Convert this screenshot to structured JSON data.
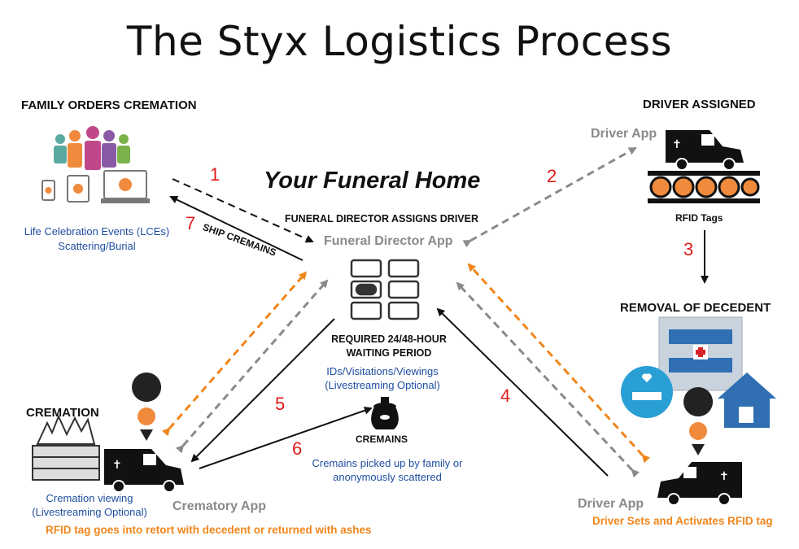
{
  "title": "The Styx Logistics Process",
  "center": {
    "heading": "Your Funeral Home",
    "fd_assigns": "FUNERAL DIRECTOR ASSIGNS DRIVER",
    "fd_app": "Funeral Director App",
    "waiting_1": "REQUIRED 24/48-HOUR",
    "waiting_2": "WAITING PERIOD",
    "ids_1": "IDs/Visitations/Viewings",
    "ids_2": "(Livestreaming Optional)"
  },
  "family": {
    "heading": "FAMILY ORDERS CREMATION",
    "lce_1": "Life Celebration Events (LCEs)",
    "lce_2": "Scattering/Burial",
    "ship": "SHIP CREMAINS"
  },
  "driver_assigned": {
    "heading": "DRIVER ASSIGNED",
    "app": "Driver App",
    "rfid": "RFID Tags"
  },
  "removal": {
    "heading": "REMOVAL OF DECEDENT"
  },
  "driver_bottom": {
    "app": "Driver App",
    "note": "Driver Sets and Activates RFID tag"
  },
  "cremation": {
    "heading": "CREMATION",
    "viewing_1": "Cremation viewing",
    "viewing_2": "(Livestreaming Optional)",
    "app": "Crematory App",
    "note": "RFID tag goes into retort with decedent or returned with ashes"
  },
  "cremains": {
    "heading": "CREMAINS",
    "note_1": "Cremains picked up by family or",
    "note_2": "anonymously scattered"
  },
  "steps": [
    "1",
    "2",
    "3",
    "4",
    "5",
    "6",
    "7"
  ],
  "colors": {
    "orange": "#f0861c",
    "gray": "#8a8a8a",
    "blue": "#1f4ea1",
    "red": "#e01a1a",
    "accent": "#2a8fc9"
  }
}
